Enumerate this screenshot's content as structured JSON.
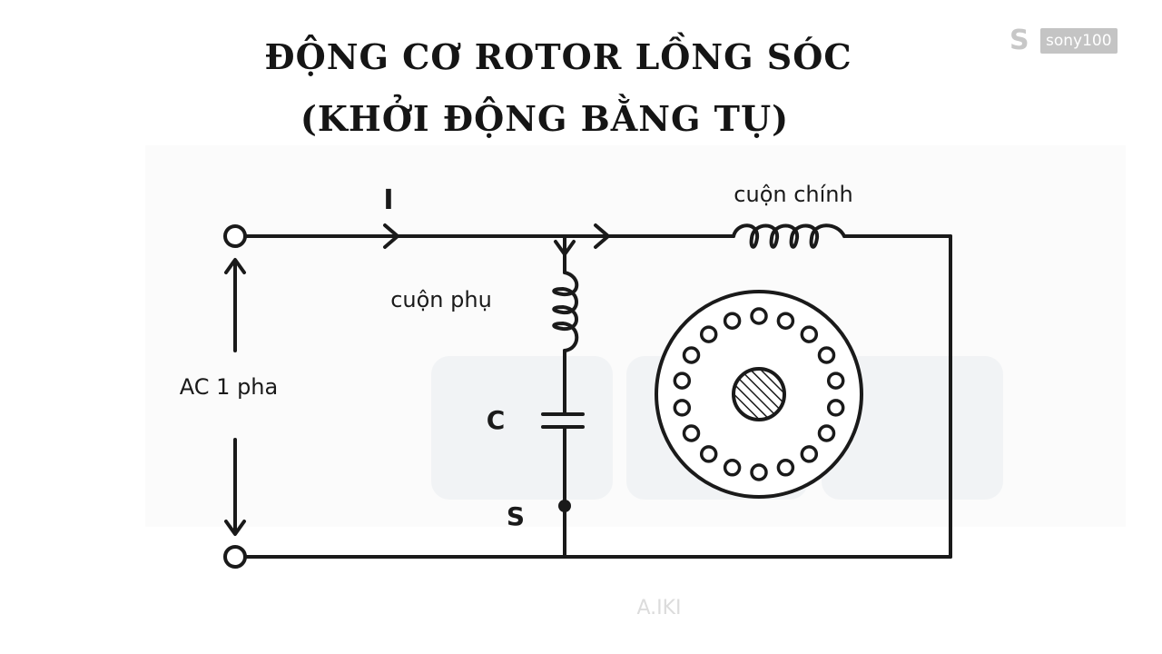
{
  "title_line1": "ĐỘNG CƠ ROTOR LỒNG SÓC",
  "title_line2": "(KHỞI ĐỘNG BẰNG TỤ)",
  "logo": {
    "icon": "S",
    "text": "sony100"
  },
  "labels": {
    "current": "I",
    "main_winding": "cuộn chính",
    "aux_winding": "cuộn phụ",
    "source": "AC 1 pha",
    "capacitor": "C",
    "switch": "S",
    "faint_text": "A.IKI"
  },
  "colors": {
    "line": "#1a1a1a",
    "logo_gray": "#c4c4c4",
    "watermark": "#eef1f3"
  }
}
